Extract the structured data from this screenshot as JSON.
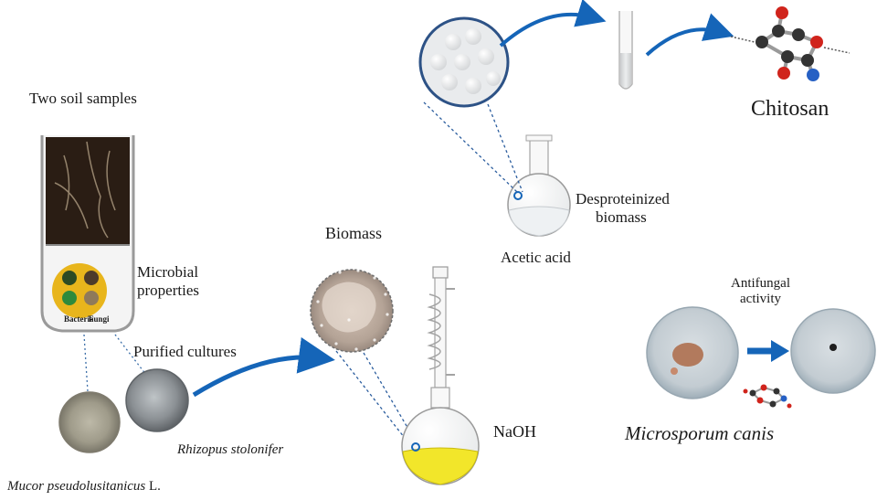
{
  "labels": {
    "soil_samples": "Two soil samples",
    "microbial_1": "Microbial",
    "microbial_2": "properties",
    "bacteria": "Bacteria",
    "fungi": "Fungi",
    "purified": "Purified cultures",
    "rhizopus": "Rhizopus stolonifer",
    "mucor_italic": "Mucor pseudolusitanicus",
    "mucor_suffix": "L.",
    "biomass": "Biomass",
    "naoh": "NaOH",
    "acetic": "Acetic acid",
    "desprot_1": "Desproteinized",
    "desprot_2": "biomass",
    "chitosan": "Chitosan",
    "antifungal_1": "Antifungal",
    "antifungal_2": "activity",
    "microsporum": "Microsporum canis"
  },
  "colors": {
    "arrow": "#1565b8",
    "dashed": "#2b5d9e",
    "naoh_liquid": "#f2e62a",
    "soil": "#2a1d14",
    "plate_yellow": "#e8b51c",
    "molecule_red": "#d0241c",
    "molecule_blue": "#2660c4",
    "molecule_dark": "#333333"
  }
}
